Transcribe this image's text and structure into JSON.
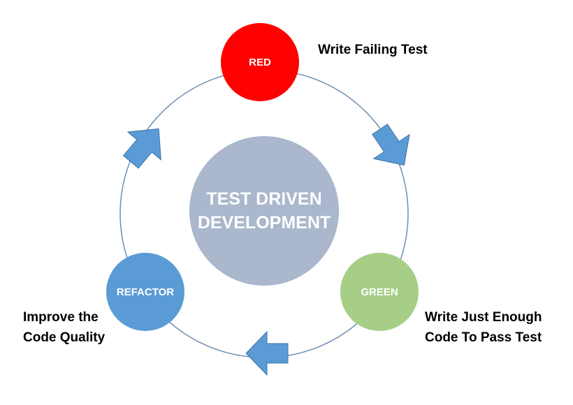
{
  "diagram": {
    "center_title": "TEST DRIVEN DEVELOPMENT",
    "center_line1": "TEST DRIVEN",
    "center_line2": "DEVELOPMENT",
    "nodes": [
      {
        "id": "red",
        "label": "RED",
        "color": "#ff0000",
        "note_lines": [
          "Write Failing Test"
        ]
      },
      {
        "id": "green",
        "label": "GREEN",
        "color": "#a6ce86",
        "note_lines": [
          "Write Just Enough",
          "Code To Pass Test"
        ]
      },
      {
        "id": "refactor",
        "label": "REFACTOR",
        "color": "#5b9bd5",
        "note_lines": [
          "Improve the",
          "Code Quality"
        ]
      }
    ],
    "colors": {
      "ring": "#6f8fb0",
      "center": "#aab7cc",
      "arrow": "#5b9bd5",
      "arrow_stroke": "#3d75a8"
    }
  }
}
